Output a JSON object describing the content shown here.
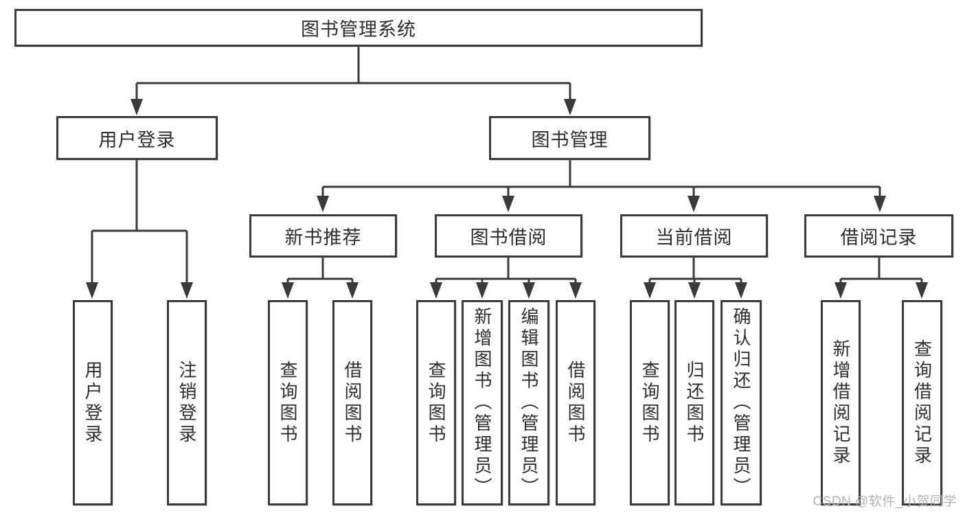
{
  "colors": {
    "line": "#3a3a3a",
    "node_border": "#3a3a3a",
    "text": "#2d2d2d",
    "background": "#ffffff",
    "watermark_text": "#b3b3b3"
  },
  "watermark": {
    "text": "CSDN @软件_小贺同学"
  },
  "tree": {
    "root": "图书管理系统",
    "user_login": {
      "label": "用户登录",
      "children": {
        "login": "用户登录",
        "logout": "注销登录"
      }
    },
    "book_mgmt": {
      "label": "图书管理",
      "new_book_rec": {
        "label": "新书推荐",
        "children": {
          "query": "查询图书",
          "borrow": "借阅图书"
        }
      },
      "book_borrow": {
        "label": "图书借阅",
        "children": {
          "query": "查询图书",
          "add": "新增图书（管理员）",
          "edit": "编辑图书（管理员）",
          "borrow": "借阅图书"
        }
      },
      "current_borrow": {
        "label": "当前借阅",
        "children": {
          "query": "查询图书",
          "return": "归还图书",
          "confirm": "确认归还（管理员）"
        }
      },
      "borrow_records": {
        "label": "借阅记录",
        "children": {
          "add": "新增借阅记录",
          "query": "查询借阅记录"
        }
      }
    }
  }
}
